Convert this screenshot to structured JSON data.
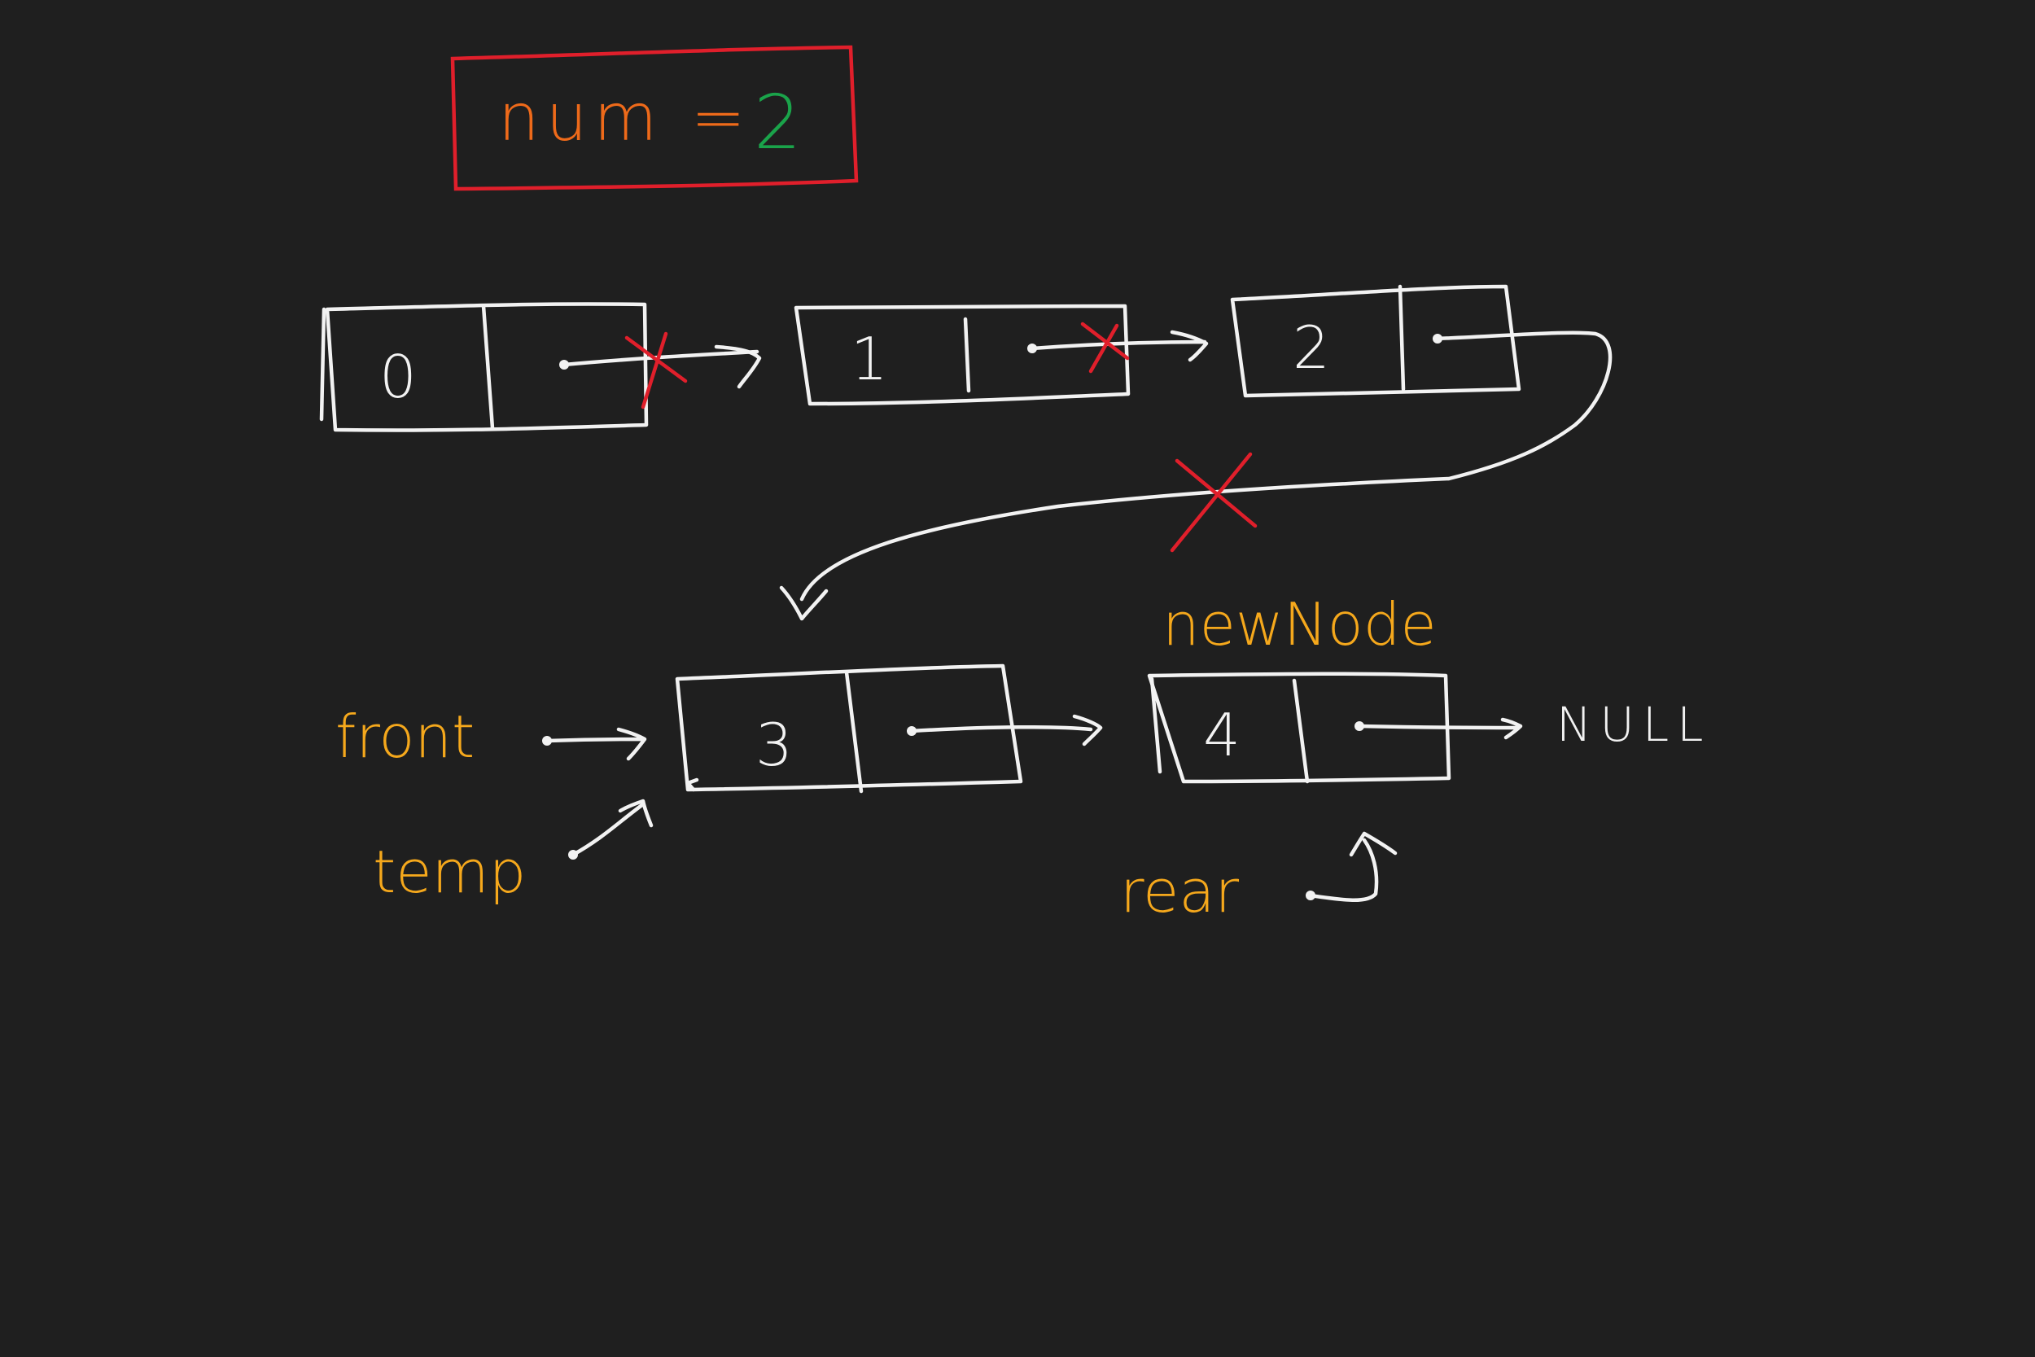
{
  "counter": {
    "label": "num =",
    "value": "2",
    "label_color": "#ee6a1a",
    "value_color": "#1aa34a",
    "border_color": "#e01f2b"
  },
  "nodes": [
    {
      "id": "node-0",
      "value": "0",
      "removed_link": true
    },
    {
      "id": "node-1",
      "value": "1",
      "removed_link": true
    },
    {
      "id": "node-2",
      "value": "2",
      "removed_link": true
    },
    {
      "id": "node-3",
      "value": "3",
      "removed_link": false
    },
    {
      "id": "node-4",
      "value": "4",
      "removed_link": false
    }
  ],
  "pointers": {
    "front": "front",
    "temp": "temp",
    "rear": "rear",
    "new_node": "newNode",
    "null": "NULL"
  },
  "colors": {
    "background": "#1f1f1f",
    "chalk": "#f2f2f2",
    "pointer_label": "#f5a81c",
    "strike": "#e01f2b"
  }
}
